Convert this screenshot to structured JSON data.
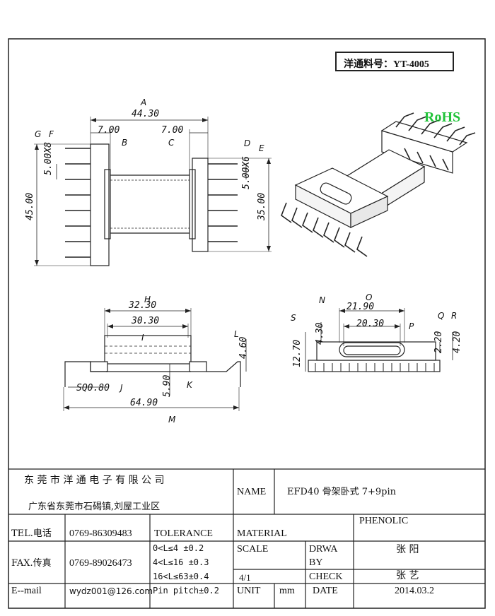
{
  "header": {
    "part_number": "洋通料号：YT-4005",
    "rohs": "RoHS"
  },
  "drawing": {
    "top_view": {
      "dims": {
        "a": "44.30",
        "b": "7.00",
        "c": "7.00",
        "d_left": "5.00X8",
        "d_right": "5.00X6",
        "h_left": "45.00",
        "h_right": "35.00"
      },
      "labels": {
        "a": "A",
        "b": "B",
        "c": "C",
        "d": "D",
        "e": "E",
        "f": "F",
        "g": "G"
      }
    },
    "front_view": {
      "dims": {
        "h": "32.30",
        "i": "30.30",
        "l": "4.60",
        "k": "5.90",
        "j": "SQ0.80",
        "m": "64.90"
      },
      "labels": {
        "h": "H",
        "i": "I",
        "j": "J",
        "k": "K",
        "l": "L",
        "m": "M"
      }
    },
    "side_view": {
      "dims": {
        "o": "21.90",
        "p": "20.30",
        "n": "4.30",
        "s": "12.70",
        "q": "2.20",
        "r": "4.20"
      },
      "labels": {
        "n": "N",
        "o": "O",
        "p": "P",
        "q": "Q",
        "r": "R",
        "s": "S"
      }
    }
  },
  "title_block": {
    "company": "东 莞 市 洋 通 电 子 有 限 公 司",
    "address": "广东省东莞市石碣镇,刘屋工业区",
    "name_label": "NAME",
    "name_value": "EFD40 骨架卧式 7+9pin",
    "tel_label": "TEL.电话",
    "tel_value": "0769-86309483",
    "fax_label": "FAX.传真",
    "fax_value": "0769-89026473",
    "email_label": "E--mail",
    "email_value": "wydz001@126.com",
    "tolerance_label": "TOLERANCE",
    "tol1": "0<L≤4   ±0.2",
    "tol2": "4<L≤16  ±0.3",
    "tol3": "16<L≤63±0.4",
    "tol4": "Pin pitch±0.2",
    "material_label": "MATERIAL",
    "material_value": "PHENOLIC",
    "scale_label": "SCALE",
    "scale_value": "4/1",
    "drwa_label1": "DRWA",
    "drwa_label2": "BY",
    "drawn_by": "张  阳",
    "check_label": "CHECK",
    "checked_by": "张  艺",
    "unit_label": "UNIT",
    "unit_value": "mm",
    "date_label": "DATE",
    "date_value": "2014.03.2"
  }
}
